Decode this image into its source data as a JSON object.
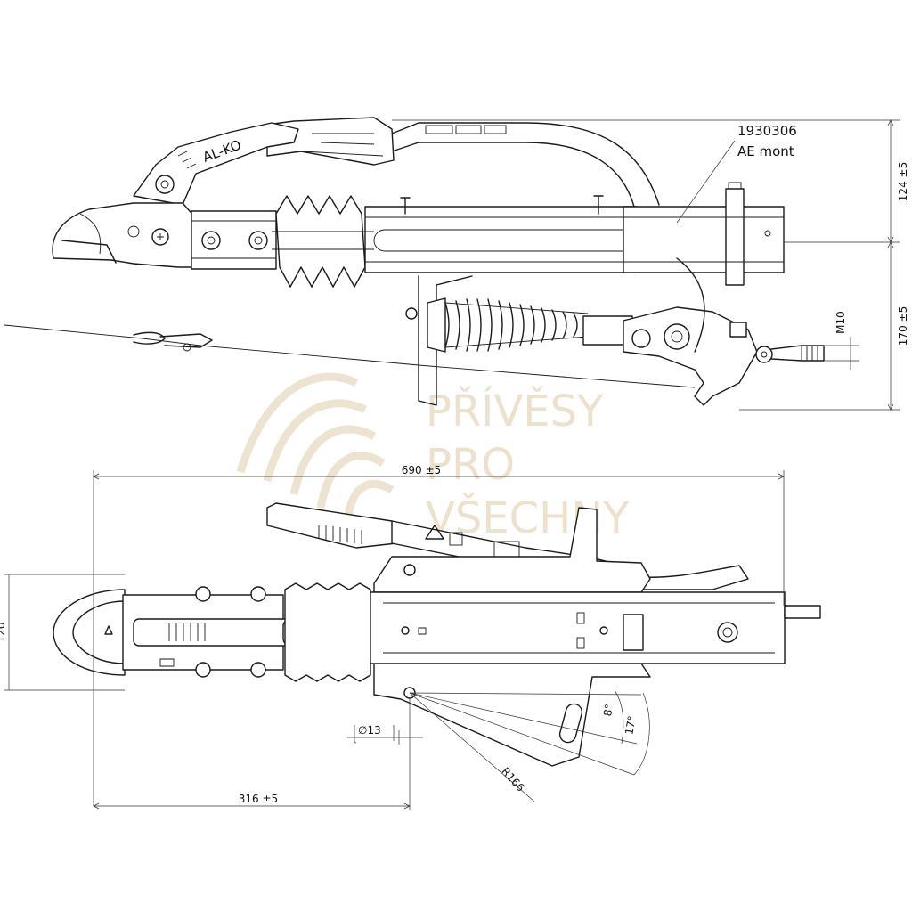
{
  "part_number": "1930306",
  "part_label": "AE mont",
  "brand_text": "AL-KO",
  "thread": "M10",
  "dims": {
    "height_upper": "124 ±5",
    "height_lower": "170 ±5",
    "total_length": "690 ±5",
    "ball_to_hole": "316 ±5",
    "width": "120",
    "hole_dia": "∅13",
    "radius": "R166",
    "angle_small": "8°",
    "angle_large": "17°"
  },
  "watermark": {
    "line1": "PŘÍVĚSY",
    "line2": "PRO",
    "line3": "VŠECHNY"
  },
  "colors": {
    "line": "#1a1a1a",
    "watermark": "#e9dcc5"
  }
}
